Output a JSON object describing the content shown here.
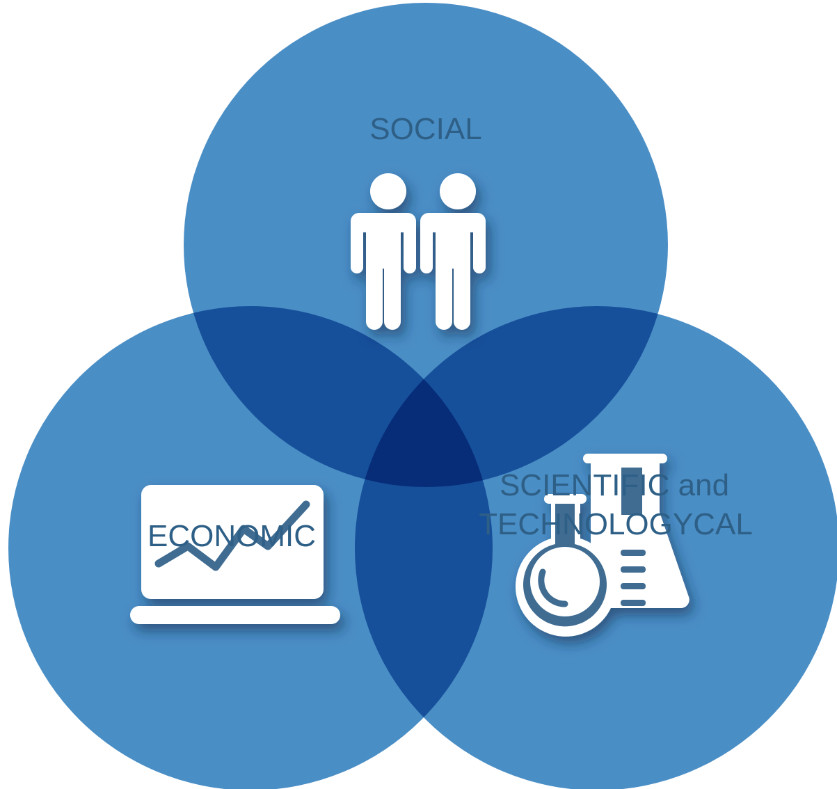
{
  "diagram": {
    "type": "venn",
    "circles": [
      {
        "id": "social",
        "label": "SOCIAL",
        "icon": "people-icon"
      },
      {
        "id": "economic",
        "label": "ECONOMIC",
        "icon": "laptop-chart-icon"
      },
      {
        "id": "scientific",
        "label_lines": [
          "SCIENTIFIC and",
          "TECHNOLOGYCAL"
        ],
        "icon": "lab-flasks-icon"
      }
    ],
    "colors": {
      "circle_fill": "#4a8ec6",
      "label_text": "#2e5f86",
      "icon_fill": "#ffffff"
    }
  }
}
